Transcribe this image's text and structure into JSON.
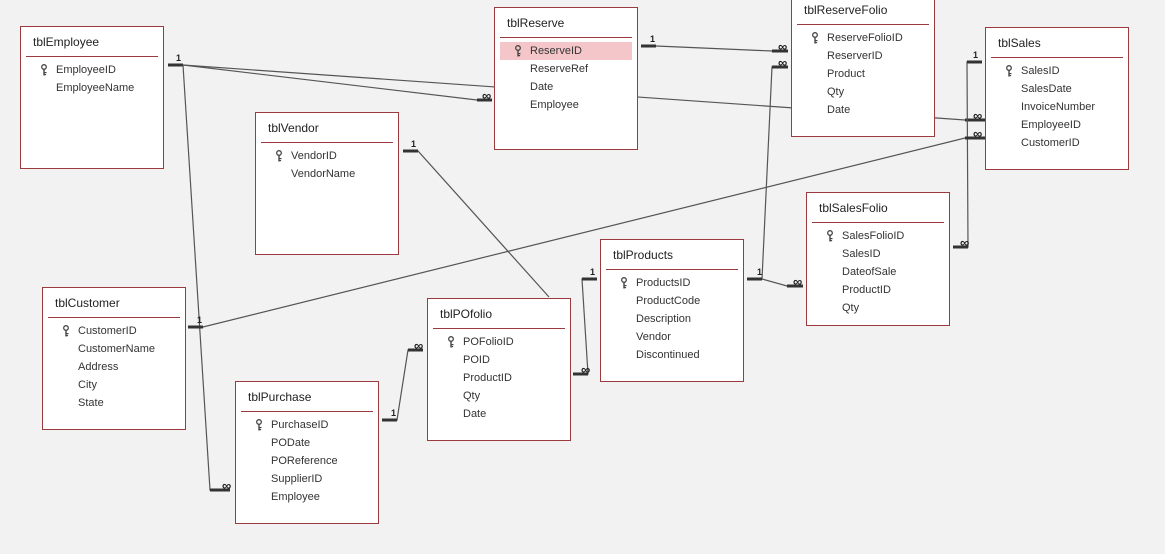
{
  "colors": {
    "table_border": "#9b3a3f",
    "selected_field": "#f5c6c9",
    "background": "#f2f2f2"
  },
  "tables": {
    "tblEmployee": {
      "title": "tblEmployee",
      "fields": [
        "EmployeeID",
        "EmployeeName"
      ]
    },
    "tblReserve": {
      "title": "tblReserve",
      "fields": [
        "ReserveID",
        "ReserveRef",
        "Date",
        "Employee"
      ]
    },
    "tblReserveFolio": {
      "title": "tblReserveFolio",
      "fields": [
        "ReserveFolioID",
        "ReserverID",
        "Product",
        "Qty",
        "Date"
      ]
    },
    "tblSales": {
      "title": "tblSales",
      "fields": [
        "SalesID",
        "SalesDate",
        "InvoiceNumber",
        "EmployeeID",
        "CustomerID"
      ]
    },
    "tblVendor": {
      "title": "tblVendor",
      "fields": [
        "VendorID",
        "VendorName"
      ]
    },
    "tblSalesFolio": {
      "title": "tblSalesFolio",
      "fields": [
        "SalesFolioID",
        "SalesID",
        "DateofSale",
        "ProductID",
        "Qty"
      ]
    },
    "tblProducts": {
      "title": "tblProducts",
      "fields": [
        "ProductsID",
        "ProductCode",
        "Description",
        "Vendor",
        "Discontinued"
      ]
    },
    "tblCustomer": {
      "title": "tblCustomer",
      "fields": [
        "CustomerID",
        "CustomerName",
        "Address",
        "City",
        "State"
      ]
    },
    "tblPOfolio": {
      "title": "tblPOfolio",
      "fields": [
        "POFolioID",
        "POID",
        "ProductID",
        "Qty",
        "Date"
      ]
    },
    "tblPurchase": {
      "title": "tblPurchase",
      "fields": [
        "PurchaseID",
        "PODate",
        "POReference",
        "SupplierID",
        "Employee"
      ]
    }
  },
  "key_fields": [
    "EmployeeID",
    "ReserveID",
    "ReserveFolioID",
    "SalesID",
    "VendorID",
    "SalesFolioID",
    "ProductsID",
    "CustomerID",
    "POFolioID",
    "PurchaseID"
  ],
  "selected_field": "tblReserve.ReserveID",
  "relationships": [
    {
      "name": "employee-reserve",
      "one": "1",
      "many": "∞"
    },
    {
      "name": "employee-sales",
      "one": "1",
      "many": "∞"
    },
    {
      "name": "employee-purchase",
      "one": "1",
      "many": "∞"
    },
    {
      "name": "reserve-reservefolio",
      "one": "1",
      "many": "∞"
    },
    {
      "name": "products-reservefolio",
      "one": "1",
      "many": "∞"
    },
    {
      "name": "sales-salesfolio",
      "one": "1",
      "many": "∞"
    },
    {
      "name": "customer-sales",
      "one": "1",
      "many": "∞"
    },
    {
      "name": "products-salesfolio",
      "one": "1",
      "many": "∞"
    },
    {
      "name": "products-pofolio",
      "one": "1",
      "many": "∞"
    },
    {
      "name": "purchase-pofolio",
      "one": "1",
      "many": "∞"
    },
    {
      "name": "vendor-products",
      "one": "1"
    }
  ]
}
